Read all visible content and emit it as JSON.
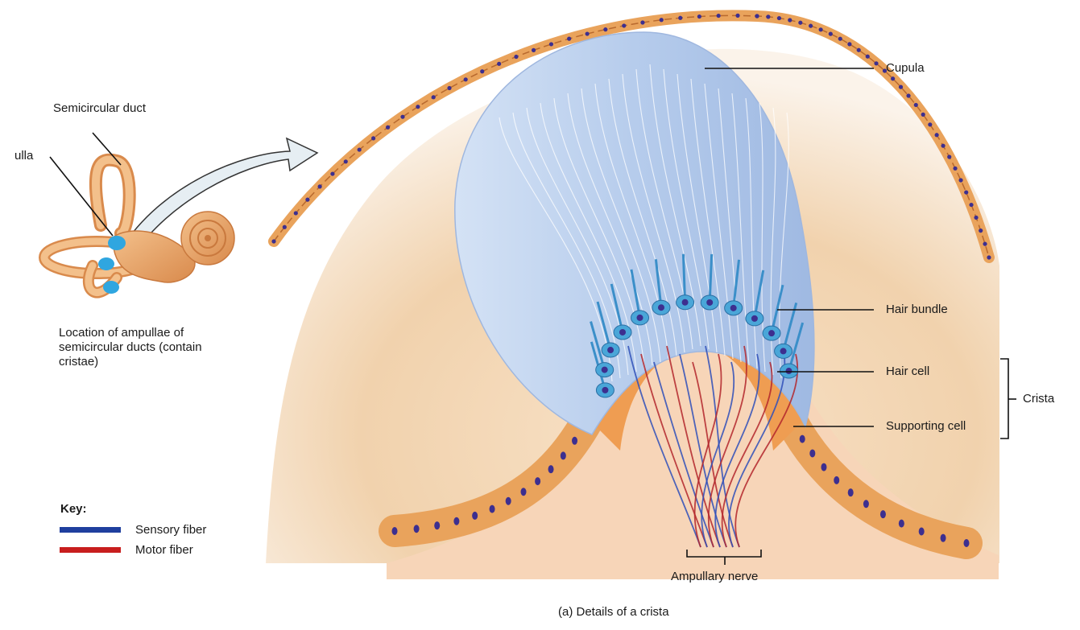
{
  "labels": {
    "cupula": "Cupula",
    "hair_bundle": "Hair bundle",
    "hair_cell": "Hair cell",
    "supporting_cell": "Supporting cell",
    "crista": "Crista",
    "ampullary_nerve": "Ampullary nerve",
    "semicircular_duct": "Semicircular duct",
    "ampulla_partial": "ulla",
    "location_caption": "Location of ampullae of semicircular ducts (contain cristae)",
    "figure_caption": "(a) Details of a crista"
  },
  "key": {
    "title": "Key:",
    "items": [
      {
        "label": "Sensory fiber",
        "color": "#1f3f9e"
      },
      {
        "label": "Motor fiber",
        "color": "#c81e1e"
      }
    ]
  },
  "colors": {
    "epithelium": "#e9a35c",
    "epithelium_outline": "#b8692e",
    "nucleus": "#3d2f8f",
    "cupula": "#b9cdeb",
    "cupula_stroke": "#ffffff",
    "hair_cell": "#4aa6d8",
    "background_tissue": "#f4d9b8",
    "crista_core": "#f7cfae",
    "inner_ear": "#e5a46b",
    "ampulla_highlight": "#2fa6e0"
  }
}
